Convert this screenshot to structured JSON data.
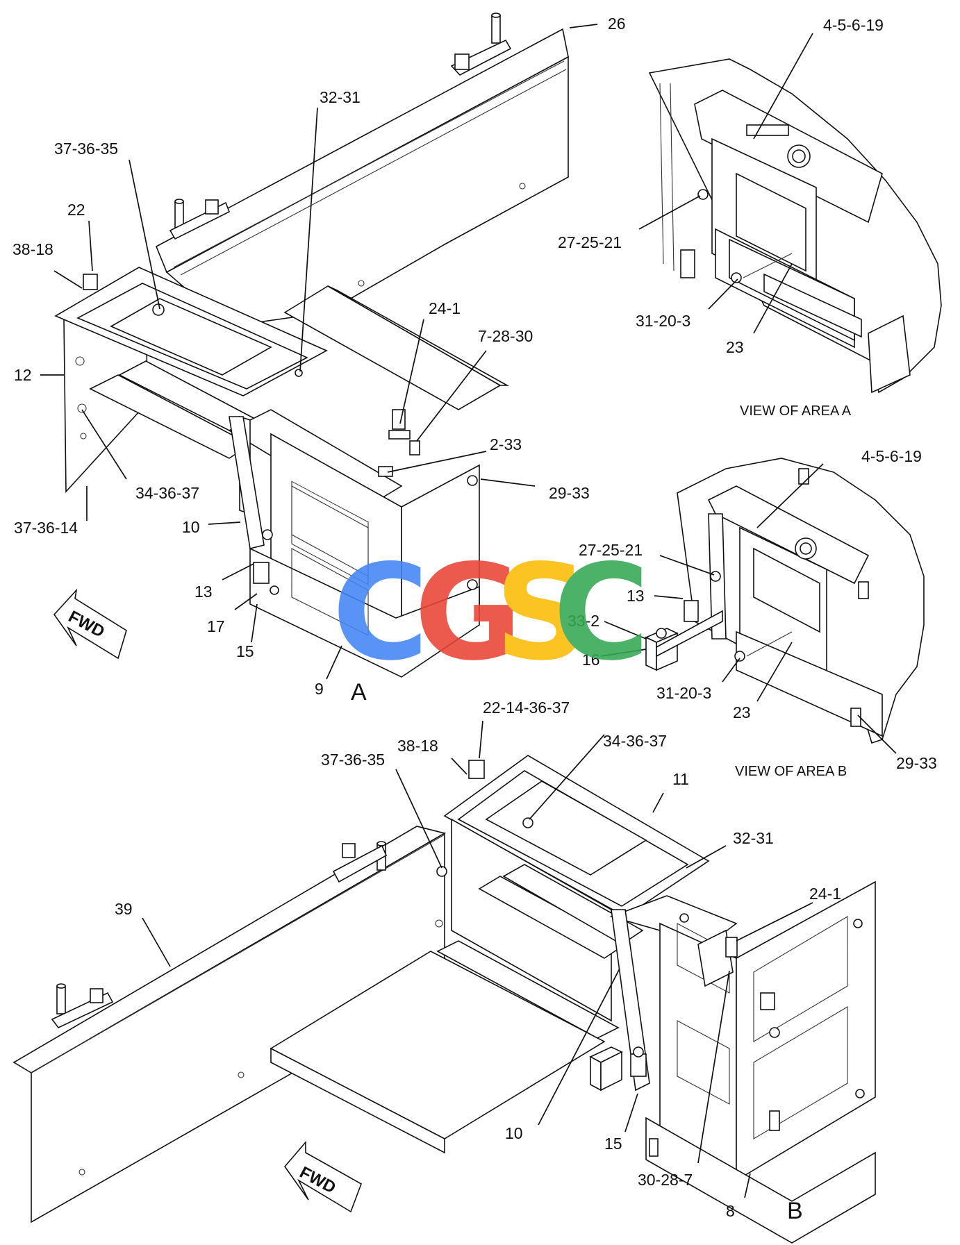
{
  "colors": {
    "watermark_c1": "#4285f4",
    "watermark_g": "#ea4335",
    "watermark_s": "#fbbc05",
    "watermark_c2": "#34a853"
  },
  "watermark": {
    "c1": "C",
    "g": "G",
    "s": "S",
    "c2": "C"
  },
  "main_view": {
    "labels": {
      "l26": "26",
      "l32_31": "32-31",
      "l37_36_35": "37-36-35",
      "l22": "22",
      "l38_18": "38-18",
      "l12": "12",
      "l34_36_37": "34-36-37",
      "l37_36_14": "37-36-14",
      "l10": "10",
      "l13": "13",
      "l17": "17",
      "l15": "15",
      "l9": "9",
      "l24_1": "24-1",
      "l7_28_30": "7-28-30",
      "l2_33": "2-33",
      "l29_33": "29-33"
    },
    "area_letter": "A",
    "fwd": "FWD"
  },
  "view_a": {
    "labels": {
      "l4_5_6_19": "4-5-6-19",
      "l27_25_21": "27-25-21",
      "l31_20_3": "31-20-3",
      "l23": "23"
    },
    "caption": "VIEW OF AREA  A"
  },
  "view_b": {
    "labels": {
      "l4_5_6_19": "4-5-6-19",
      "l27_25_21": "27-25-21",
      "l13": "13",
      "l33_2": "33-2",
      "l16": "16",
      "l31_20_3": "31-20-3",
      "l23": "23",
      "l29_33": "29-33"
    },
    "caption": "VIEW OF AREA  B"
  },
  "lower_view": {
    "labels": {
      "l22_14_36_37": "22-14-36-37",
      "l38_18": "38-18",
      "l37_36_35": "37-36-35",
      "l34_36_37": "34-36-37",
      "l11": "11",
      "l32_31": "32-31",
      "l24_1": "24-1",
      "l39": "39",
      "l10": "10",
      "l15": "15",
      "l30_28_7": "30-28-7",
      "l8": "8"
    },
    "area_letter": "B",
    "fwd": "FWD"
  }
}
